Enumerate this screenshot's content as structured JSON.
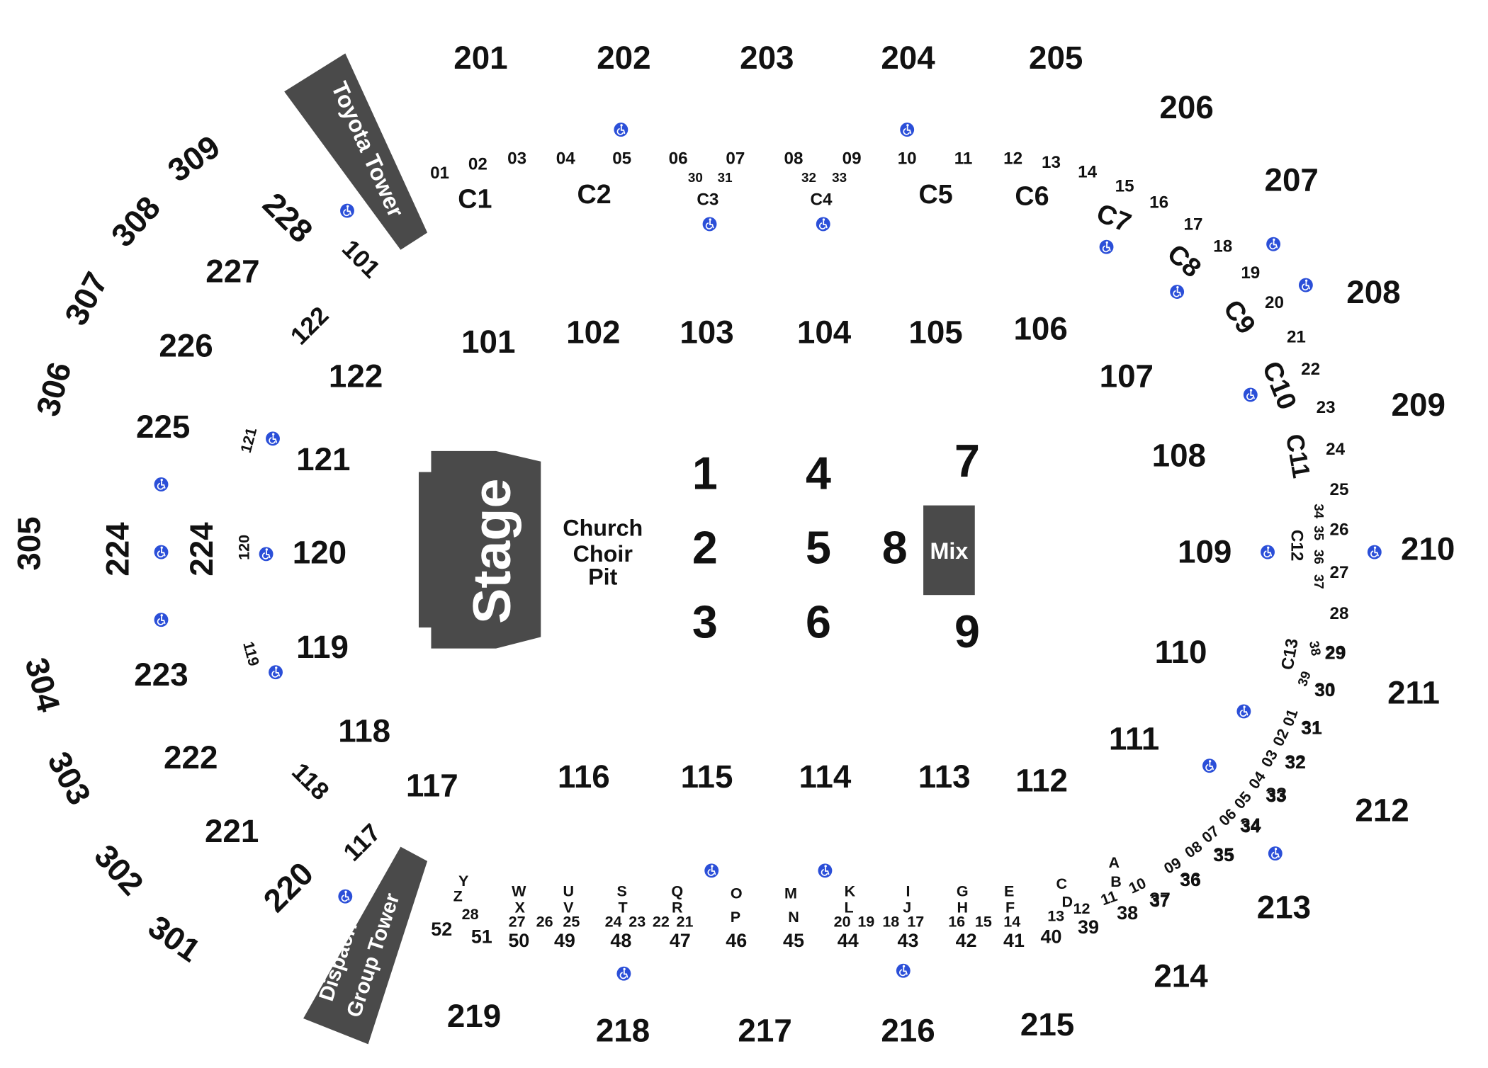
{
  "stage_label": "Stage",
  "church_choir": [
    "Church",
    "Choir",
    "Pit"
  ],
  "mix_label": "Mix",
  "towers": {
    "toyota": "Toyota Tower",
    "dispatch": [
      "Dispach Media",
      "Group Tower"
    ]
  },
  "floor_sections": [
    "1",
    "2",
    "3",
    "4",
    "5",
    "6",
    "7",
    "8",
    "9"
  ],
  "colors": {
    "dark_block": "#4a4a4a",
    "accessible_icon": "#2b4fd8",
    "text": "#111111"
  },
  "icon_name": "wheelchair-accessible-icon",
  "sections_100": [
    "101",
    "102",
    "103",
    "104",
    "105",
    "106",
    "107",
    "108",
    "109",
    "110",
    "111",
    "112",
    "113",
    "114",
    "115",
    "116",
    "117",
    "118",
    "119",
    "120",
    "121",
    "122"
  ],
  "sections_200": [
    "201",
    "202",
    "203",
    "204",
    "205",
    "206",
    "207",
    "208",
    "209",
    "210",
    "211",
    "212",
    "213",
    "214",
    "215",
    "216",
    "217",
    "218",
    "219",
    "220",
    "221",
    "222",
    "223",
    "224",
    "224",
    "225",
    "226",
    "227",
    "228"
  ],
  "sections_300": [
    "301",
    "302",
    "303",
    "304",
    "305",
    "306",
    "307",
    "308",
    "309"
  ],
  "courtside": [
    "C1",
    "C2",
    "C3",
    "C4",
    "C5",
    "C6",
    "C7",
    "C8",
    "C9",
    "C10",
    "C11",
    "C12",
    "C13"
  ],
  "side_labels": [
    "101",
    "122",
    "121",
    "120",
    "119",
    "118",
    "117"
  ],
  "top_rows": [
    "01",
    "02",
    "03",
    "04",
    "05",
    "06",
    "07",
    "08",
    "09",
    "10",
    "11",
    "12",
    "13",
    "14",
    "15",
    "16",
    "17",
    "18",
    "19",
    "20",
    "21",
    "22",
    "23",
    "24",
    "25",
    "26",
    "27",
    "28",
    "29",
    "30",
    "31",
    "32",
    "33",
    "34",
    "35",
    "36",
    "37"
  ],
  "top_small_rows": [
    "30",
    "31",
    "32",
    "33",
    "34",
    "35",
    "36",
    "37",
    "38",
    "39"
  ],
  "bottom_numbers": [
    "52",
    "51",
    "50",
    "49",
    "48",
    "47",
    "46",
    "45",
    "44",
    "43",
    "42",
    "41",
    "40",
    "39",
    "38",
    "37",
    "36",
    "35",
    "34",
    "33",
    "32",
    "31",
    "30",
    "29",
    "28",
    "27",
    "26",
    "25",
    "24",
    "23",
    "22",
    "21",
    "20",
    "19",
    "18",
    "17",
    "16",
    "15",
    "14",
    "13",
    "12",
    "11",
    "10",
    "09",
    "08",
    "07",
    "06",
    "05",
    "04",
    "03",
    "02",
    "01"
  ],
  "bottom_letters": [
    "Y",
    "Z",
    "W",
    "X",
    "U",
    "V",
    "S",
    "T",
    "Q",
    "R",
    "O",
    "P",
    "M",
    "N",
    "K",
    "L",
    "I",
    "J",
    "G",
    "H",
    "E",
    "F",
    "C",
    "D",
    "A",
    "B"
  ]
}
